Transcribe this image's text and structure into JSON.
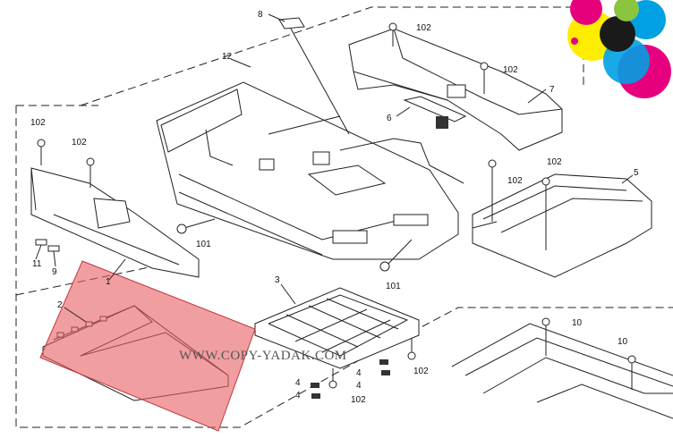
{
  "callouts": {
    "c8": "8",
    "c12": "12",
    "c7": "7",
    "c6": "6",
    "c5": "5",
    "c3": "3",
    "c1": "1",
    "c2": "2",
    "c11": "11",
    "c9": "9",
    "c102a": "102",
    "c102b": "102",
    "c102c": "102",
    "c102d": "102",
    "c102e": "102",
    "c102f": "102",
    "c102g": "102",
    "c102h": "102",
    "c101a": "101",
    "c101b": "101",
    "c4a": "4",
    "c4b": "4",
    "c4c": "4",
    "c4d": "4",
    "c10a": "10",
    "c10b": "10"
  },
  "watermark": "WWW.COPY-YADAK.COM",
  "highlight_color": "#e85d63",
  "logo_colors": [
    "#e6007e",
    "#ffed00",
    "#00a0e3",
    "#1a1a1a"
  ]
}
